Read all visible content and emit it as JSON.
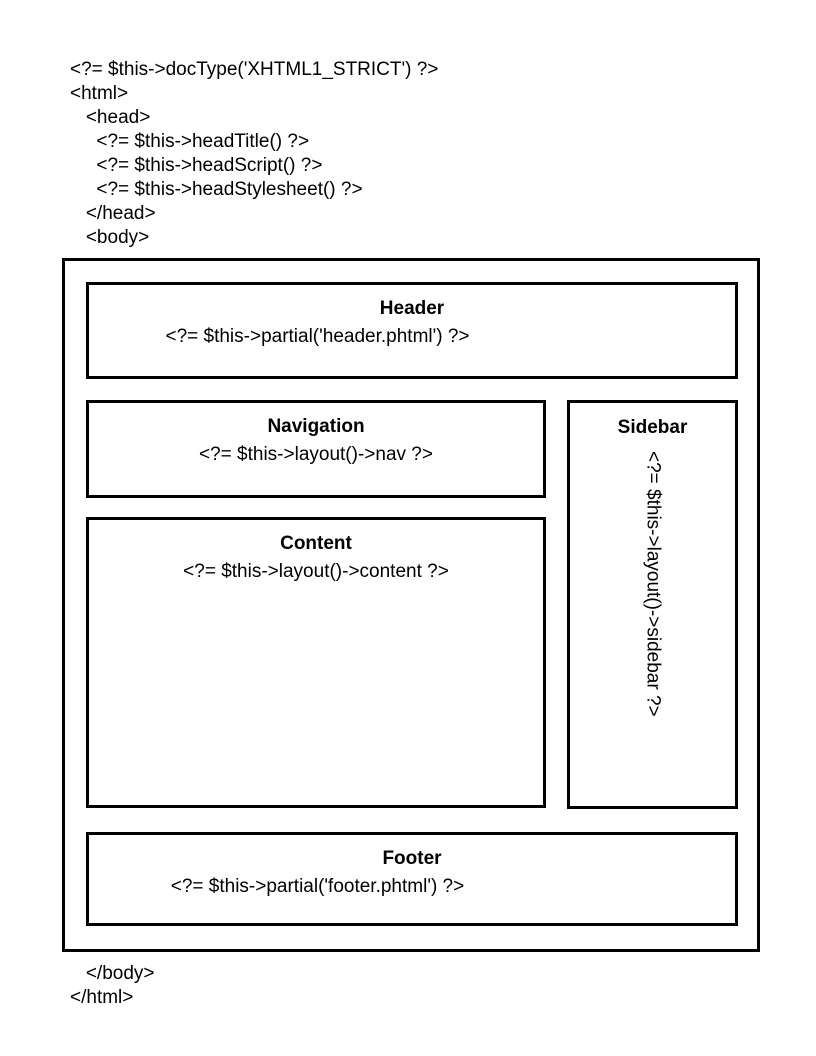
{
  "code_top": "<?= $this->docType('XHTML1_STRICT') ?>\n<html>\n   <head>\n     <?= $this->headTitle() ?>\n     <?= $this->headScript() ?>\n     <?= $this->headStylesheet() ?>\n   </head>\n   <body>",
  "code_bottom": "   </body>\n</html>",
  "regions": {
    "header": {
      "title": "Header",
      "code": "<?= $this->partial('header.phtml') ?>"
    },
    "navigation": {
      "title": "Navigation",
      "code": "<?= $this->layout()->nav ?>"
    },
    "content": {
      "title": "Content",
      "code": "<?= $this->layout()->content ?>"
    },
    "sidebar": {
      "title": "Sidebar",
      "code": "<?= $this->layout()->sidebar ?>"
    },
    "footer": {
      "title": "Footer",
      "code": "<?= $this->partial('footer.phtml') ?>"
    }
  },
  "colors": {
    "stroke": "#000000",
    "background": "#ffffff",
    "text": "#000000"
  }
}
